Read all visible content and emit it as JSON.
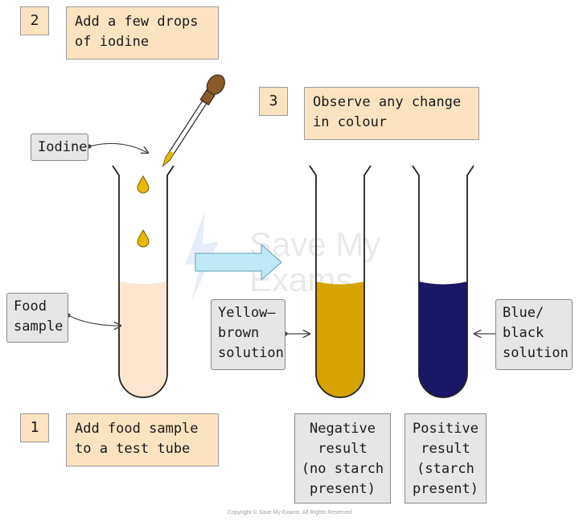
{
  "steps": [
    {
      "number": "1",
      "text": "Add food sample\nto a test tube"
    },
    {
      "number": "2",
      "text": "Add a few drops\nof iodine"
    },
    {
      "number": "3",
      "text": "Observe any change\nin colour"
    }
  ],
  "labels": {
    "iodine": "Iodine",
    "food_sample": "Food\nsample",
    "yellow_brown": "Yellow–\nbrown\nsolution",
    "blue_black": "Blue/\nblack\nsolution"
  },
  "results": {
    "negative": "Negative\nresult\n(no starch\npresent)",
    "positive": "Positive\nresult\n(starch\npresent)"
  },
  "watermark": {
    "line1": "Save My",
    "line2": "Exams"
  },
  "copyright": "Copyright © Save My Exams. All Rights Reserved",
  "colors": {
    "food_sample": "#fde5cf",
    "iodine": "#e8b800",
    "yellow_brown": "#d6a300",
    "blue_black": "#1a1766",
    "arrow": "#bfe9f5",
    "dropper_bulb": "#8b5a2b",
    "step_box": "#fbe3c0",
    "label_box": "#e6e6e6"
  }
}
